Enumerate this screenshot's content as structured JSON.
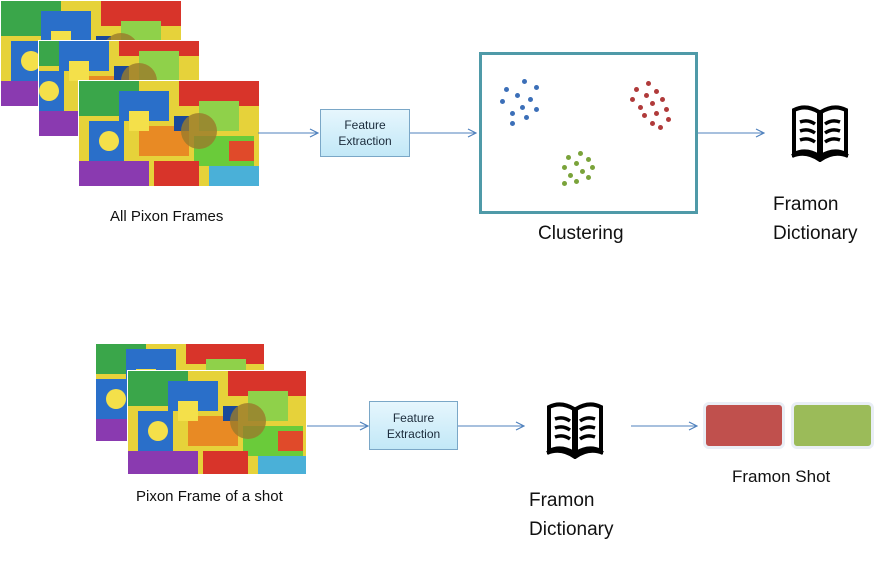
{
  "top": {
    "frames_label": "All Pixon Frames",
    "feature_extraction": [
      "Feature",
      "Extraction"
    ],
    "clustering_label": "Clustering",
    "dictionary_label": [
      "Framon",
      "Dictionary"
    ]
  },
  "bottom": {
    "frames_label": "Pixon Frame of a shot",
    "feature_extraction": [
      "Feature",
      "Extraction"
    ],
    "dictionary_label": [
      "Framon",
      "Dictionary"
    ],
    "shot_label": "Framon Shot"
  },
  "colors": {
    "cluster_blue": "#3c6fb8",
    "cluster_red": "#b03a3a",
    "cluster_green": "#7aa33a",
    "shot_red": "#c0504d",
    "shot_green": "#9bbb59",
    "arrow": "#4f81bd"
  },
  "icons": [
    "book-icon"
  ]
}
